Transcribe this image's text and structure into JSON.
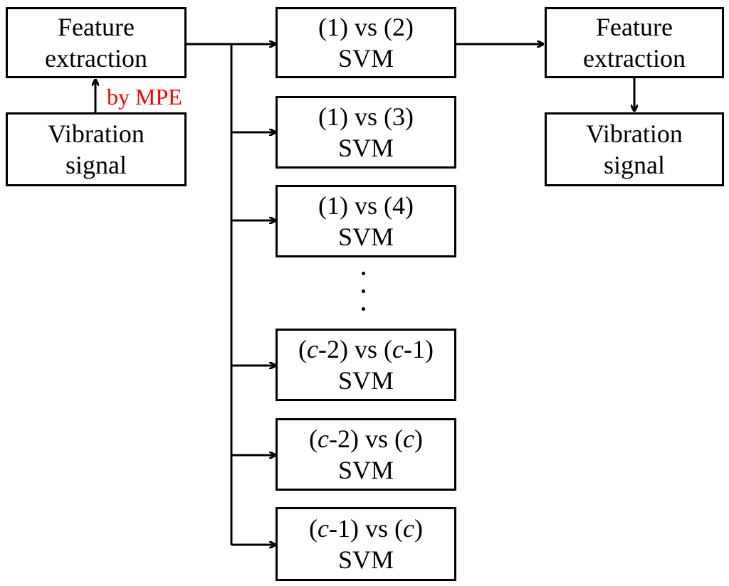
{
  "left_feature_box": {
    "line1": "Feature",
    "line2": "extraction"
  },
  "left_signal_box": {
    "line1": "Vibration",
    "line2": "signal"
  },
  "edge_label": "by MPE",
  "svm_boxes": [
    {
      "a": "(1)",
      "vs": " vs ",
      "b": "(2)",
      "model": "SVM"
    },
    {
      "a": "(1)",
      "vs": " vs ",
      "b": "(3)",
      "model": "SVM"
    },
    {
      "a": "(1)",
      "vs": " vs ",
      "b": "(4)",
      "model": "SVM"
    },
    {
      "a_pre": "(",
      "a_var": "c",
      "a_post": "-2)",
      "vs": " vs ",
      "b_pre": "(",
      "b_var": "c",
      "b_post": "-1)",
      "model": "SVM"
    },
    {
      "a_pre": "(",
      "a_var": "c",
      "a_post": "-2)",
      "vs": " vs ",
      "b_pre": "(",
      "b_var": "c",
      "b_post": ")",
      "model": "SVM"
    },
    {
      "a_pre": "(",
      "a_var": "c",
      "a_post": "-1)",
      "vs": " vs ",
      "b_pre": "(",
      "b_var": "c",
      "b_post": ")",
      "model": "SVM"
    }
  ],
  "right_feature_box": {
    "line1": "Feature",
    "line2": "extraction"
  },
  "right_signal_box": {
    "line1": "Vibration",
    "line2": "signal"
  },
  "ellipsis_dots": 3,
  "colors": {
    "stroke": "#000000",
    "label_red": "#ff0000",
    "background": "#ffffff"
  }
}
